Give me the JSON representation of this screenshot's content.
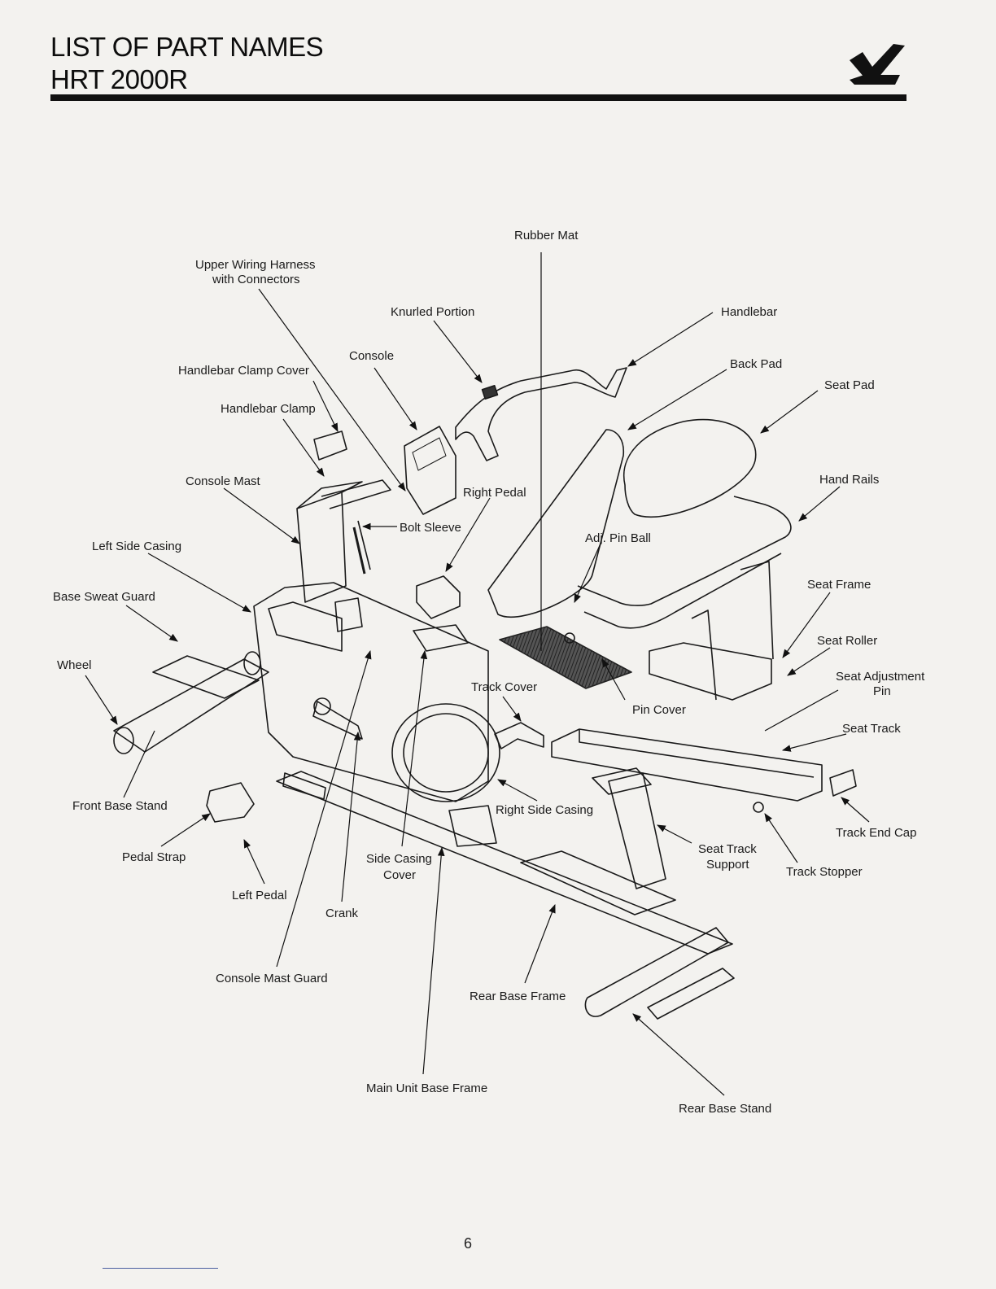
{
  "header": {
    "title_line1": "LIST OF PART NAMES",
    "title_line2": "HRT 2000R"
  },
  "logo_icon": "checkmark-logo-icon",
  "labels": {
    "rubber_mat": "Rubber Mat",
    "upper_wiring_harness_1": "Upper Wiring Harness",
    "upper_wiring_harness_2": "with Connectors",
    "knurled_portion": "Knurled Portion",
    "handlebar": "Handlebar",
    "console": "Console",
    "handlebar_clamp_cover": "Handlebar Clamp Cover",
    "back_pad": "Back Pad",
    "seat_pad": "Seat Pad",
    "handlebar_clamp": "Handlebar Clamp",
    "console_mast": "Console Mast",
    "right_pedal": "Right Pedal",
    "hand_rails": "Hand Rails",
    "bolt_sleeve": "Bolt Sleeve",
    "left_side_casing": "Left Side Casing",
    "adj_pin_ball": "Adj. Pin Ball",
    "seat_frame": "Seat Frame",
    "base_sweat_guard": "Base Sweat Guard",
    "seat_roller": "Seat Roller",
    "wheel": "Wheel",
    "seat_adjustment_pin_1": "Seat Adjustment",
    "seat_adjustment_pin_2": "Pin",
    "track_cover": "Track Cover",
    "pin_cover": "Pin Cover",
    "seat_track": "Seat Track",
    "front_base_stand": "Front Base Stand",
    "right_side_casing": "Right Side Casing",
    "track_end_cap": "Track End Cap",
    "pedal_strap": "Pedal Strap",
    "side_casing_cover_1": "Side Casing",
    "side_casing_cover_2": "Cover",
    "seat_track_support_1": "Seat Track",
    "seat_track_support_2": "Support",
    "track_stopper": "Track Stopper",
    "left_pedal": "Left Pedal",
    "crank": "Crank",
    "console_mast_guard": "Console Mast Guard",
    "rear_base_frame": "Rear Base Frame",
    "main_unit_base_frame": "Main Unit Base Frame",
    "rear_base_stand": "Rear Base Stand"
  },
  "page_number": "6"
}
